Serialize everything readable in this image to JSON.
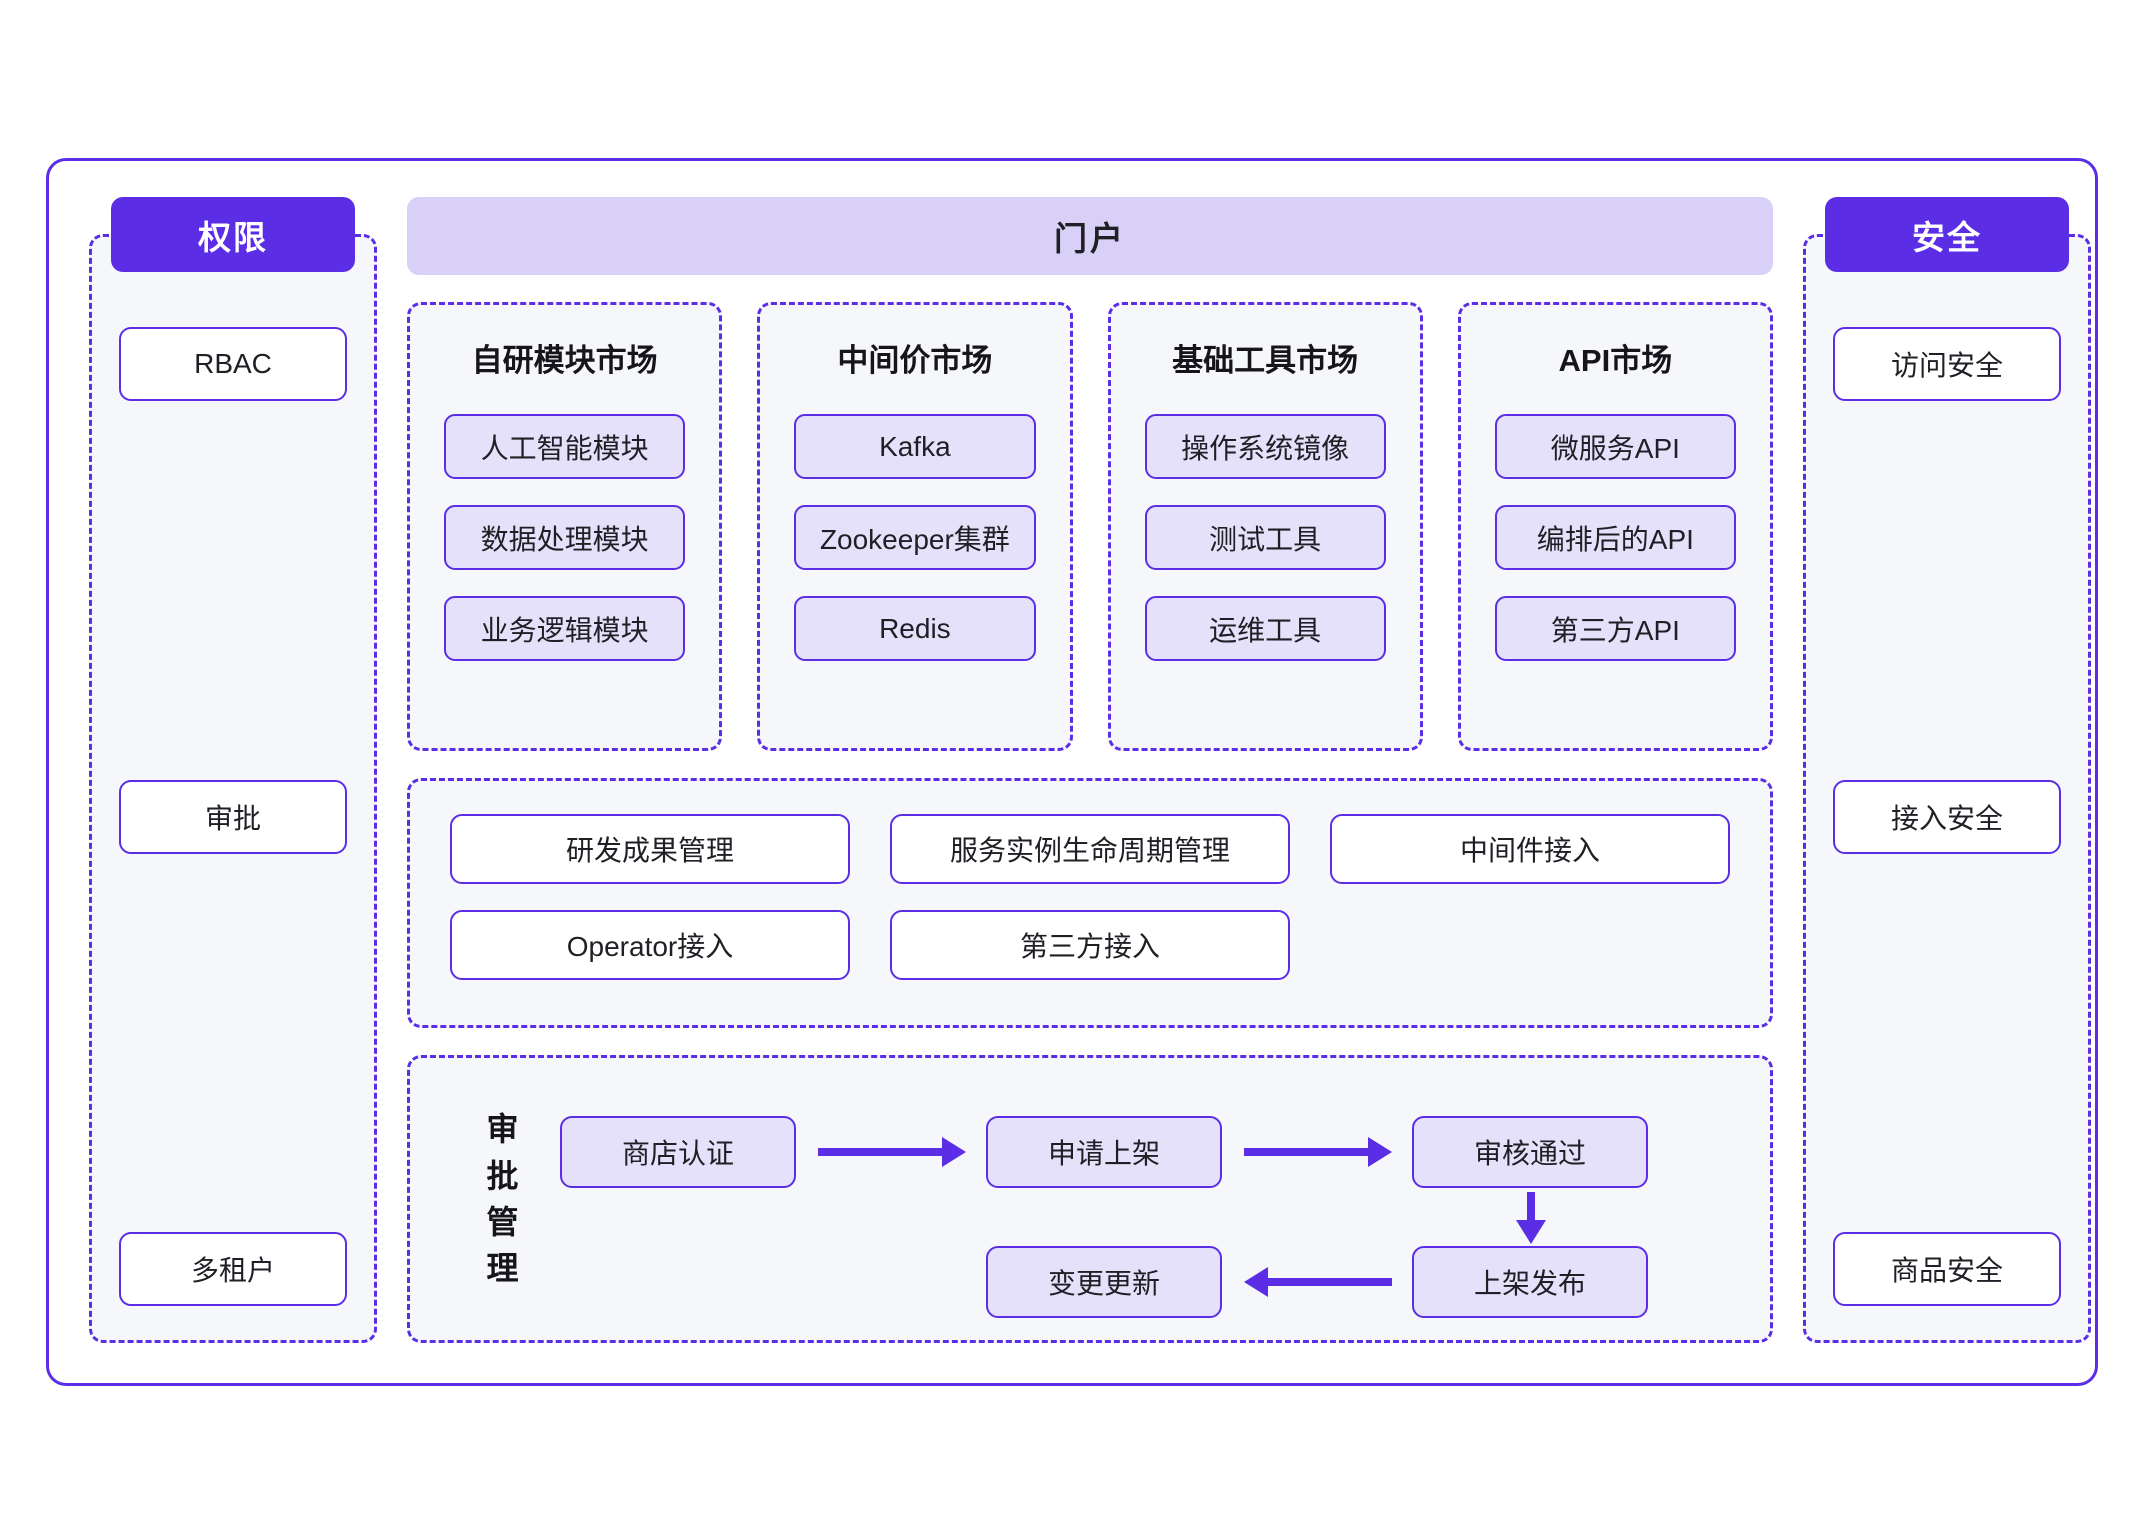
{
  "theme": {
    "accent": "#5B2EE5",
    "portal_bar_bg": "#D9D0F8",
    "item_fill": "#E6E1FA",
    "panel_bg": "#F6F7FA",
    "frame_border": "#5B2EE5",
    "text": "#1f1f25"
  },
  "left_column": {
    "chip_label": "权限",
    "items": [
      {
        "label": "RBAC"
      },
      {
        "label": "审批"
      },
      {
        "label": "多租户"
      }
    ]
  },
  "right_column": {
    "chip_label": "安全",
    "items": [
      {
        "label": "访问安全"
      },
      {
        "label": "接入安全"
      },
      {
        "label": "商品安全"
      }
    ]
  },
  "portal": {
    "title": "门户"
  },
  "markets": [
    {
      "title": "自研模块市场",
      "items": [
        "人工智能模块",
        "数据处理模块",
        "业务逻辑模块"
      ]
    },
    {
      "title": "中间价市场",
      "items": [
        "Kafka",
        "Zookeeper集群",
        "Redis"
      ]
    },
    {
      "title": "基础工具市场",
      "items": [
        "操作系统镜像",
        "测试工具",
        "运维工具"
      ]
    },
    {
      "title": "API市场",
      "items": [
        "微服务API",
        "编排后的API",
        "第三方API"
      ]
    }
  ],
  "capabilities": {
    "row1": [
      "研发成果管理",
      "服务实例生命周期管理",
      "中间件接入"
    ],
    "row2": [
      "Operator接入",
      "第三方接入"
    ]
  },
  "approval": {
    "label_chars": [
      "审",
      "批",
      "管",
      "理"
    ],
    "nodes": {
      "n1": "商店认证",
      "n2": "申请上架",
      "n3": "审核通过",
      "n4": "上架发布",
      "n5": "变更更新"
    },
    "edges": [
      {
        "from": "商店认证",
        "to": "申请上架",
        "direction": "right"
      },
      {
        "from": "申请上架",
        "to": "审核通过",
        "direction": "right"
      },
      {
        "from": "审核通过",
        "to": "上架发布",
        "direction": "down"
      },
      {
        "from": "上架发布",
        "to": "变更更新",
        "direction": "left"
      }
    ]
  }
}
